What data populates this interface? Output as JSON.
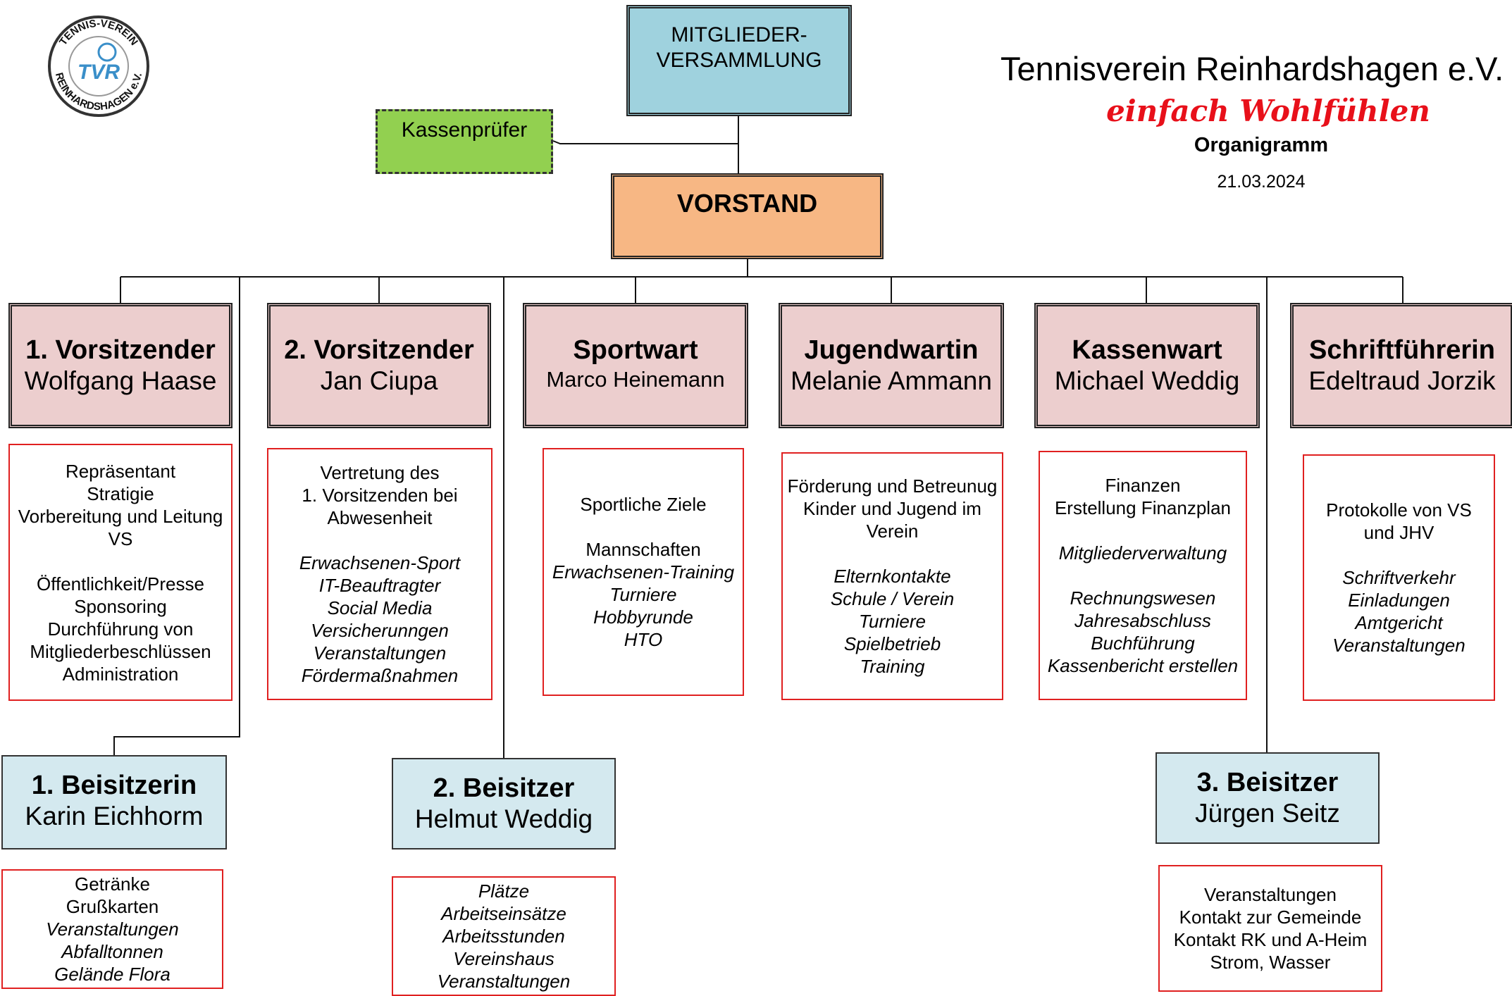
{
  "header": {
    "club_name": "Tennisverein Reinhardshagen e.V.",
    "slogan": "einfach Wohlfühlen",
    "subtitle": "Organigramm",
    "date": "21.03.2024"
  },
  "logo": {
    "arc_top": "TENNIS-VEREIN",
    "arc_bottom": "REINHARDSHAGEN e.V.",
    "mono": "TVR"
  },
  "colors": {
    "assembly": "#9fd2de",
    "board": "#f7b784",
    "auditor": "#92d050",
    "role": "#eccece",
    "assessor": "#d4e9ef",
    "duty_border": "#e02020",
    "slogan": "#e8101a"
  },
  "assembly": {
    "line1": "MITGLIEDER-",
    "line2": "VERSAMMLUNG"
  },
  "auditor": "Kassenprüfer",
  "board": "VORSTAND",
  "roles": [
    {
      "title": "1. Vorsitzender",
      "name": "Wolfgang Haase",
      "duties": [
        {
          "t": "Repräsentant",
          "i": false
        },
        {
          "t": "Stratigie",
          "i": false
        },
        {
          "t": "Vorbereitung und Leitung",
          "i": false
        },
        {
          "t": "VS",
          "i": false
        },
        {
          "t": "",
          "i": false
        },
        {
          "t": "Öffentlichkeit/Presse",
          "i": false
        },
        {
          "t": "Sponsoring",
          "i": false
        },
        {
          "t": "Durchführung von",
          "i": false
        },
        {
          "t": "Mitgliederbeschlüssen",
          "i": false
        },
        {
          "t": "Administration",
          "i": false
        }
      ]
    },
    {
      "title": "2. Vorsitzender",
      "name": "Jan Ciupa",
      "duties": [
        {
          "t": "Vertretung  des",
          "i": false
        },
        {
          "t": "1. Vorsitzenden bei",
          "i": false
        },
        {
          "t": "Abwesenheit",
          "i": false
        },
        {
          "t": "",
          "i": false
        },
        {
          "t": "Erwachsenen-Sport",
          "i": true
        },
        {
          "t": "IT-Beauftragter",
          "i": true
        },
        {
          "t": "Social Media",
          "i": true
        },
        {
          "t": "Versicherunngen",
          "i": true
        },
        {
          "t": "Veranstaltungen",
          "i": true
        },
        {
          "t": "Fördermaßnahmen",
          "i": true
        }
      ]
    },
    {
      "title": "Sportwart",
      "name": "Marco Heinemann",
      "duties": [
        {
          "t": "Sportliche Ziele",
          "i": false
        },
        {
          "t": "",
          "i": false
        },
        {
          "t": "Mannschaften",
          "i": false
        },
        {
          "t": "Erwachsenen-Training",
          "i": true
        },
        {
          "t": "Turniere",
          "i": true
        },
        {
          "t": "Hobbyrunde",
          "i": true
        },
        {
          "t": "HTO",
          "i": true
        }
      ]
    },
    {
      "title": "Jugendwartin",
      "name": "Melanie Ammann",
      "duties": [
        {
          "t": "Förderung und Betreunug",
          "i": false
        },
        {
          "t": "Kinder und Jugend im",
          "i": false
        },
        {
          "t": "Verein",
          "i": false
        },
        {
          "t": "",
          "i": false
        },
        {
          "t": "Elternkontakte",
          "i": true
        },
        {
          "t": "Schule / Verein",
          "i": true
        },
        {
          "t": "Turniere",
          "i": true
        },
        {
          "t": "Spielbetrieb",
          "i": true
        },
        {
          "t": "Training",
          "i": true
        }
      ]
    },
    {
      "title": "Kassenwart",
      "name": "Michael Weddig",
      "duties": [
        {
          "t": "Finanzen",
          "i": false
        },
        {
          "t": "Erstellung Finanzplan",
          "i": false
        },
        {
          "t": "",
          "i": false
        },
        {
          "t": "Mitgliederverwaltung",
          "i": true
        },
        {
          "t": "",
          "i": false
        },
        {
          "t": "Rechnungswesen",
          "i": true
        },
        {
          "t": "Jahresabschluss",
          "i": true
        },
        {
          "t": "Buchführung",
          "i": true
        },
        {
          "t": "Kassenbericht erstellen",
          "i": true
        }
      ]
    },
    {
      "title": "Schriftführerin",
      "name": "Edeltraud Jorzik",
      "duties": [
        {
          "t": "Protokolle von VS",
          "i": false
        },
        {
          "t": "und JHV",
          "i": false
        },
        {
          "t": "",
          "i": false
        },
        {
          "t": "Schriftverkehr",
          "i": true
        },
        {
          "t": "Einladungen",
          "i": true
        },
        {
          "t": "Amtgericht",
          "i": true
        },
        {
          "t": "Veranstaltungen",
          "i": true
        }
      ]
    }
  ],
  "assessors": [
    {
      "title": "1. Beisitzerin",
      "name": "Karin Eichhorm",
      "duties": [
        {
          "t": "Getränke",
          "i": false
        },
        {
          "t": "Grußkarten",
          "i": false
        },
        {
          "t": "Veranstaltungen",
          "i": true
        },
        {
          "t": "Abfalltonnen",
          "i": true
        },
        {
          "t": "Gelände Flora",
          "i": true
        }
      ]
    },
    {
      "title": "2. Beisitzer",
      "name": "Helmut Weddig",
      "duties": [
        {
          "t": "Plätze",
          "i": true
        },
        {
          "t": "Arbeitseinsätze",
          "i": true
        },
        {
          "t": "Arbeitsstunden",
          "i": true
        },
        {
          "t": "Vereinshaus",
          "i": true
        },
        {
          "t": "Veranstaltungen",
          "i": true
        }
      ]
    },
    {
      "title": "3. Beisitzer",
      "name": "Jürgen Seitz",
      "duties": [
        {
          "t": "Veranstaltungen",
          "i": false
        },
        {
          "t": "Kontakt zur Gemeinde",
          "i": false
        },
        {
          "t": "Kontakt RK und A-Heim",
          "i": false
        },
        {
          "t": "Strom, Wasser",
          "i": false
        }
      ]
    }
  ]
}
